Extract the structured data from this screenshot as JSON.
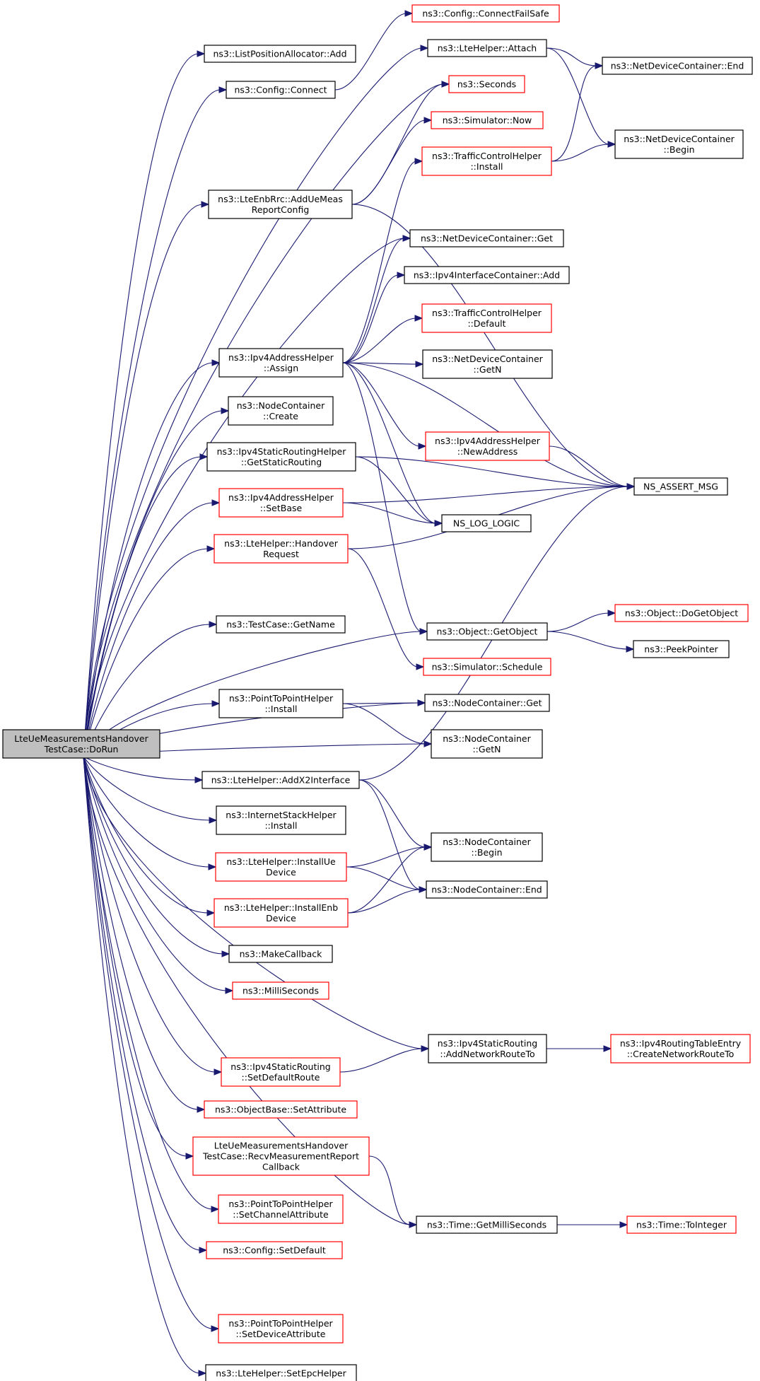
{
  "graph": {
    "title": "",
    "colors": {
      "edge": "#191970",
      "root_fill": "#bfbfbf",
      "normal_border": "#000000",
      "linked_border": "#ff0000",
      "node_fill": "#ffffff"
    },
    "nodes": [
      {
        "id": "root",
        "lines": [
          "LteUeMeasurementsHandover",
          "TestCase::DoRun"
        ],
        "kind": "root"
      },
      {
        "id": "n_listpos_add",
        "lines": [
          "ns3::ListPositionAllocator::Add"
        ],
        "kind": "normal"
      },
      {
        "id": "n_config_connect",
        "lines": [
          "ns3::Config::Connect"
        ],
        "kind": "normal"
      },
      {
        "id": "n_config_connectfs",
        "lines": [
          "ns3::Config::ConnectFailSafe"
        ],
        "kind": "linked"
      },
      {
        "id": "n_ltehelper_attach",
        "lines": [
          "ns3::LteHelper::Attach"
        ],
        "kind": "normal"
      },
      {
        "id": "n_ndc_end",
        "lines": [
          "ns3::NetDeviceContainer::End"
        ],
        "kind": "normal"
      },
      {
        "id": "n_seconds",
        "lines": [
          "ns3::Seconds"
        ],
        "kind": "linked"
      },
      {
        "id": "n_sim_now",
        "lines": [
          "ns3::Simulator::Now"
        ],
        "kind": "linked"
      },
      {
        "id": "n_tch_install",
        "lines": [
          "ns3::TrafficControlHelper",
          "::Install"
        ],
        "kind": "linked"
      },
      {
        "id": "n_ndc_begin",
        "lines": [
          "ns3::NetDeviceContainer",
          "::Begin"
        ],
        "kind": "normal"
      },
      {
        "id": "n_lteenbrrc_add",
        "lines": [
          "ns3::LteEnbRrc::AddUeMeas",
          "ReportConfig"
        ],
        "kind": "normal"
      },
      {
        "id": "n_ndc_get",
        "lines": [
          "ns3::NetDeviceContainer::Get"
        ],
        "kind": "normal"
      },
      {
        "id": "n_ipv4ic_add",
        "lines": [
          "ns3::Ipv4InterfaceContainer::Add"
        ],
        "kind": "normal"
      },
      {
        "id": "n_tch_default",
        "lines": [
          "ns3::TrafficControlHelper",
          "::Default"
        ],
        "kind": "linked"
      },
      {
        "id": "n_ipv4ah_assign",
        "lines": [
          "ns3::Ipv4AddressHelper",
          "::Assign"
        ],
        "kind": "normal"
      },
      {
        "id": "n_ndc_getn",
        "lines": [
          "ns3::NetDeviceContainer",
          "::GetN"
        ],
        "kind": "normal"
      },
      {
        "id": "n_nc_create",
        "lines": [
          "ns3::NodeContainer",
          "::Create"
        ],
        "kind": "normal"
      },
      {
        "id": "n_ipv4ah_newaddr",
        "lines": [
          "ns3::Ipv4AddressHelper",
          "::NewAddress"
        ],
        "kind": "linked"
      },
      {
        "id": "n_ipv4srh_get",
        "lines": [
          "ns3::Ipv4StaticRoutingHelper",
          "::GetStaticRouting"
        ],
        "kind": "normal"
      },
      {
        "id": "n_ns_assert",
        "lines": [
          "NS_ASSERT_MSG"
        ],
        "kind": "normal"
      },
      {
        "id": "n_ipv4ah_setbase",
        "lines": [
          "ns3::Ipv4AddressHelper",
          "::SetBase"
        ],
        "kind": "linked"
      },
      {
        "id": "n_ns_log_logic",
        "lines": [
          "NS_LOG_LOGIC"
        ],
        "kind": "normal"
      },
      {
        "id": "n_ltehelper_ho",
        "lines": [
          "ns3::LteHelper::Handover",
          "Request"
        ],
        "kind": "linked"
      },
      {
        "id": "n_object_dogetobject",
        "lines": [
          "ns3::Object::DoGetObject"
        ],
        "kind": "linked"
      },
      {
        "id": "n_testcase_getname",
        "lines": [
          "ns3::TestCase::GetName"
        ],
        "kind": "normal"
      },
      {
        "id": "n_object_getobject",
        "lines": [
          "ns3::Object::GetObject"
        ],
        "kind": "normal"
      },
      {
        "id": "n_peekpointer",
        "lines": [
          "ns3::PeekPointer"
        ],
        "kind": "normal"
      },
      {
        "id": "n_sim_schedule",
        "lines": [
          "ns3::Simulator::Schedule"
        ],
        "kind": "linked"
      },
      {
        "id": "n_p2ph_install",
        "lines": [
          "ns3::PointToPointHelper",
          "::Install"
        ],
        "kind": "normal"
      },
      {
        "id": "n_nc_get",
        "lines": [
          "ns3::NodeContainer::Get"
        ],
        "kind": "normal"
      },
      {
        "id": "n_nc_getn",
        "lines": [
          "ns3::NodeContainer",
          "::GetN"
        ],
        "kind": "normal"
      },
      {
        "id": "n_ltehelper_addx2",
        "lines": [
          "ns3::LteHelper::AddX2Interface"
        ],
        "kind": "normal"
      },
      {
        "id": "n_ish_install",
        "lines": [
          "ns3::InternetStackHelper",
          "::Install"
        ],
        "kind": "normal"
      },
      {
        "id": "n_nc_begin",
        "lines": [
          "ns3::NodeContainer",
          "::Begin"
        ],
        "kind": "normal"
      },
      {
        "id": "n_ltehelper_installue",
        "lines": [
          "ns3::LteHelper::InstallUe",
          "Device"
        ],
        "kind": "linked"
      },
      {
        "id": "n_nc_end",
        "lines": [
          "ns3::NodeContainer::End"
        ],
        "kind": "normal"
      },
      {
        "id": "n_ltehelper_installenb",
        "lines": [
          "ns3::LteHelper::InstallEnb",
          "Device"
        ],
        "kind": "linked"
      },
      {
        "id": "n_makecallback",
        "lines": [
          "ns3::MakeCallback"
        ],
        "kind": "normal"
      },
      {
        "id": "n_milliseconds",
        "lines": [
          "ns3::MilliSeconds"
        ],
        "kind": "linked"
      },
      {
        "id": "n_ipv4sr_addnet",
        "lines": [
          "ns3::Ipv4StaticRouting",
          "::AddNetworkRouteTo"
        ],
        "kind": "normal"
      },
      {
        "id": "n_ipv4rte_create",
        "lines": [
          "ns3::Ipv4RoutingTableEntry",
          "::CreateNetworkRouteTo"
        ],
        "kind": "linked"
      },
      {
        "id": "n_ipv4sr_setdefault",
        "lines": [
          "ns3::Ipv4StaticRouting",
          "::SetDefaultRoute"
        ],
        "kind": "linked"
      },
      {
        "id": "n_objectbase_setattr",
        "lines": [
          "ns3::ObjectBase::SetAttribute"
        ],
        "kind": "linked"
      },
      {
        "id": "n_recvmeas_cb",
        "lines": [
          "LteUeMeasurementsHandover",
          "TestCase::RecvMeasurementReport",
          "Callback"
        ],
        "kind": "linked"
      },
      {
        "id": "n_p2ph_setchattr",
        "lines": [
          "ns3::PointToPointHelper",
          "::SetChannelAttribute"
        ],
        "kind": "linked"
      },
      {
        "id": "n_time_getms",
        "lines": [
          "ns3::Time::GetMilliSeconds"
        ],
        "kind": "normal"
      },
      {
        "id": "n_time_tointeger",
        "lines": [
          "ns3::Time::ToInteger"
        ],
        "kind": "linked"
      },
      {
        "id": "n_config_setdefault",
        "lines": [
          "ns3::Config::SetDefault"
        ],
        "kind": "linked"
      },
      {
        "id": "n_p2ph_setdevattr",
        "lines": [
          "ns3::PointToPointHelper",
          "::SetDeviceAttribute"
        ],
        "kind": "linked"
      },
      {
        "id": "n_ltehelper_setepc",
        "lines": [
          "ns3::LteHelper::SetEpcHelper"
        ],
        "kind": "normal"
      }
    ],
    "edges": [
      [
        "root",
        "n_listpos_add"
      ],
      [
        "root",
        "n_config_connect"
      ],
      [
        "root",
        "n_ltehelper_attach"
      ],
      [
        "root",
        "n_seconds"
      ],
      [
        "root",
        "n_lteenbrrc_add"
      ],
      [
        "root",
        "n_ndc_get"
      ],
      [
        "root",
        "n_ipv4ah_assign"
      ],
      [
        "root",
        "n_nc_create"
      ],
      [
        "root",
        "n_ipv4srh_get"
      ],
      [
        "root",
        "n_ipv4ah_setbase"
      ],
      [
        "root",
        "n_ltehelper_ho"
      ],
      [
        "root",
        "n_testcase_getname"
      ],
      [
        "root",
        "n_object_getobject"
      ],
      [
        "root",
        "n_nc_get"
      ],
      [
        "root",
        "n_p2ph_install"
      ],
      [
        "root",
        "n_nc_getn"
      ],
      [
        "root",
        "n_ltehelper_addx2"
      ],
      [
        "root",
        "n_ish_install"
      ],
      [
        "root",
        "n_ltehelper_installue"
      ],
      [
        "root",
        "n_ltehelper_installenb"
      ],
      [
        "root",
        "n_makecallback"
      ],
      [
        "root",
        "n_milliseconds"
      ],
      [
        "root",
        "n_ipv4sr_addnet"
      ],
      [
        "root",
        "n_ipv4sr_setdefault"
      ],
      [
        "root",
        "n_objectbase_setattr"
      ],
      [
        "root",
        "n_recvmeas_cb"
      ],
      [
        "root",
        "n_p2ph_setchattr"
      ],
      [
        "root",
        "n_config_setdefault"
      ],
      [
        "root",
        "n_time_getms"
      ],
      [
        "root",
        "n_p2ph_setdevattr"
      ],
      [
        "root",
        "n_ltehelper_setepc"
      ],
      [
        "n_config_connect",
        "n_config_connectfs"
      ],
      [
        "n_ltehelper_attach",
        "n_ndc_end"
      ],
      [
        "n_ltehelper_attach",
        "n_ndc_begin"
      ],
      [
        "n_tch_install",
        "n_ndc_end"
      ],
      [
        "n_tch_install",
        "n_ndc_begin"
      ],
      [
        "n_lteenbrrc_add",
        "n_seconds"
      ],
      [
        "n_lteenbrrc_add",
        "n_sim_now"
      ],
      [
        "n_lteenbrrc_add",
        "n_ns_assert"
      ],
      [
        "n_ipv4ah_assign",
        "n_tch_install"
      ],
      [
        "n_ipv4ah_assign",
        "n_ndc_get"
      ],
      [
        "n_ipv4ah_assign",
        "n_ipv4ic_add"
      ],
      [
        "n_ipv4ah_assign",
        "n_tch_default"
      ],
      [
        "n_ipv4ah_assign",
        "n_ndc_getn"
      ],
      [
        "n_ipv4ah_assign",
        "n_ns_assert"
      ],
      [
        "n_ipv4ah_assign",
        "n_ipv4ah_newaddr"
      ],
      [
        "n_ipv4ah_assign",
        "n_ns_log_logic"
      ],
      [
        "n_ipv4ah_assign",
        "n_object_getobject"
      ],
      [
        "n_ipv4ah_newaddr",
        "n_ns_assert"
      ],
      [
        "n_ipv4srh_get",
        "n_ns_assert"
      ],
      [
        "n_ipv4srh_get",
        "n_ns_log_logic"
      ],
      [
        "n_ipv4ah_setbase",
        "n_ns_log_logic"
      ],
      [
        "n_ipv4ah_setbase",
        "n_ns_assert"
      ],
      [
        "n_ltehelper_ho",
        "n_ns_assert"
      ],
      [
        "n_ltehelper_ho",
        "n_sim_schedule"
      ],
      [
        "n_object_getobject",
        "n_object_dogetobject"
      ],
      [
        "n_object_getobject",
        "n_peekpointer"
      ],
      [
        "n_p2ph_install",
        "n_nc_get"
      ],
      [
        "n_p2ph_install",
        "n_nc_getn"
      ],
      [
        "n_ltehelper_addx2",
        "n_ns_assert"
      ],
      [
        "n_ltehelper_addx2",
        "n_nc_begin"
      ],
      [
        "n_ltehelper_addx2",
        "n_nc_end"
      ],
      [
        "n_ltehelper_installue",
        "n_nc_begin"
      ],
      [
        "n_ltehelper_installue",
        "n_nc_end"
      ],
      [
        "n_ltehelper_installenb",
        "n_nc_begin"
      ],
      [
        "n_ltehelper_installenb",
        "n_nc_end"
      ],
      [
        "n_ipv4sr_addnet",
        "n_ipv4rte_create"
      ],
      [
        "n_ipv4sr_setdefault",
        "n_ipv4sr_addnet"
      ],
      [
        "n_recvmeas_cb",
        "n_time_getms"
      ],
      [
        "n_time_getms",
        "n_time_tointeger"
      ]
    ]
  }
}
